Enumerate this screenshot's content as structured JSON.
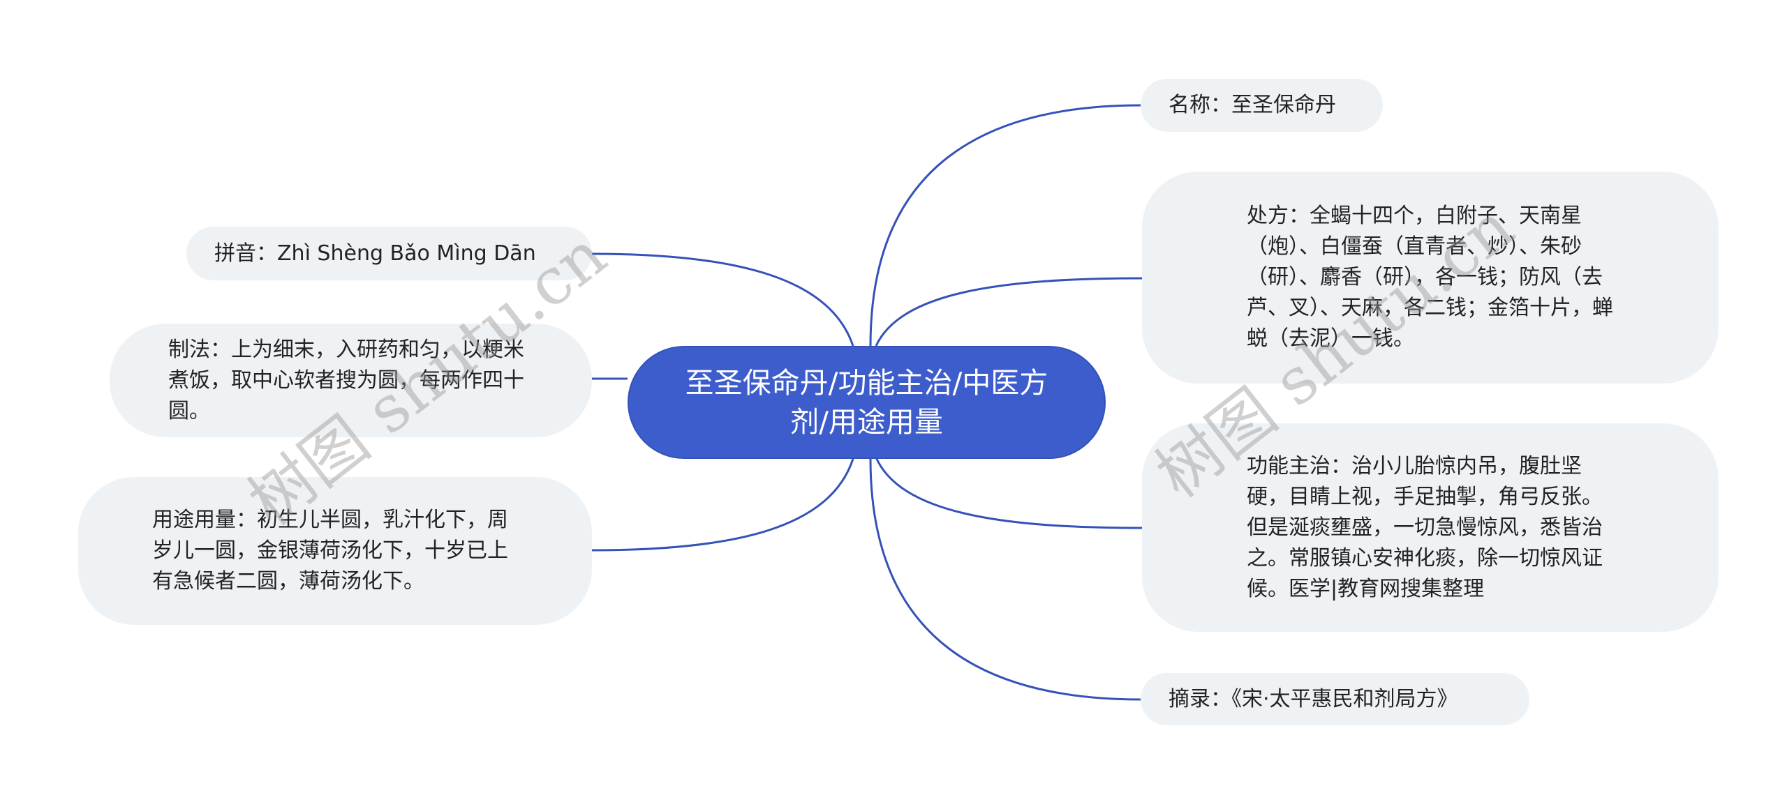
{
  "colors": {
    "accent": "#3d5dcc",
    "link": "#3452b8",
    "node_bg": "#eff2f5"
  },
  "center": {
    "label": "至圣保命丹/功能主治/中医方剂/用途用量"
  },
  "right_nodes": [
    {
      "text": "名称：至圣保命丹"
    },
    {
      "text": "处方：全蝎十四个，白附子、天南星（炮）、白僵蚕（直青者、炒）、朱砂（研）、麝香（研），各一钱；防风（去芦、叉）、天麻，各二钱；金箔十片，蝉蜕（去泥）一钱。"
    },
    {
      "text": "功能主治：治小儿胎惊内吊，腹肚坚硬，目睛上视，手足抽掣，角弓反张。但是涎痰壅盛，一切急慢惊风，悉皆治之。常服镇心安神化痰，除一切惊风证候。医学|教育网搜集整理"
    },
    {
      "text": "摘录：《宋·太平惠民和剂局方》"
    }
  ],
  "left_nodes": [
    {
      "text": "拼音：Zhì Shèng Bǎo Mìng Dān"
    },
    {
      "text": "制法：上为细末，入研药和匀，以粳米煮饭，取中心软者搜为圆，每两作四十圆。"
    },
    {
      "text": "用途用量：初生儿半圆，乳汁化下，周岁儿一圆，金银薄荷汤化下，十岁已上有急候者二圆，薄荷汤化下。"
    }
  ],
  "watermark": "树图 shutu.cn"
}
